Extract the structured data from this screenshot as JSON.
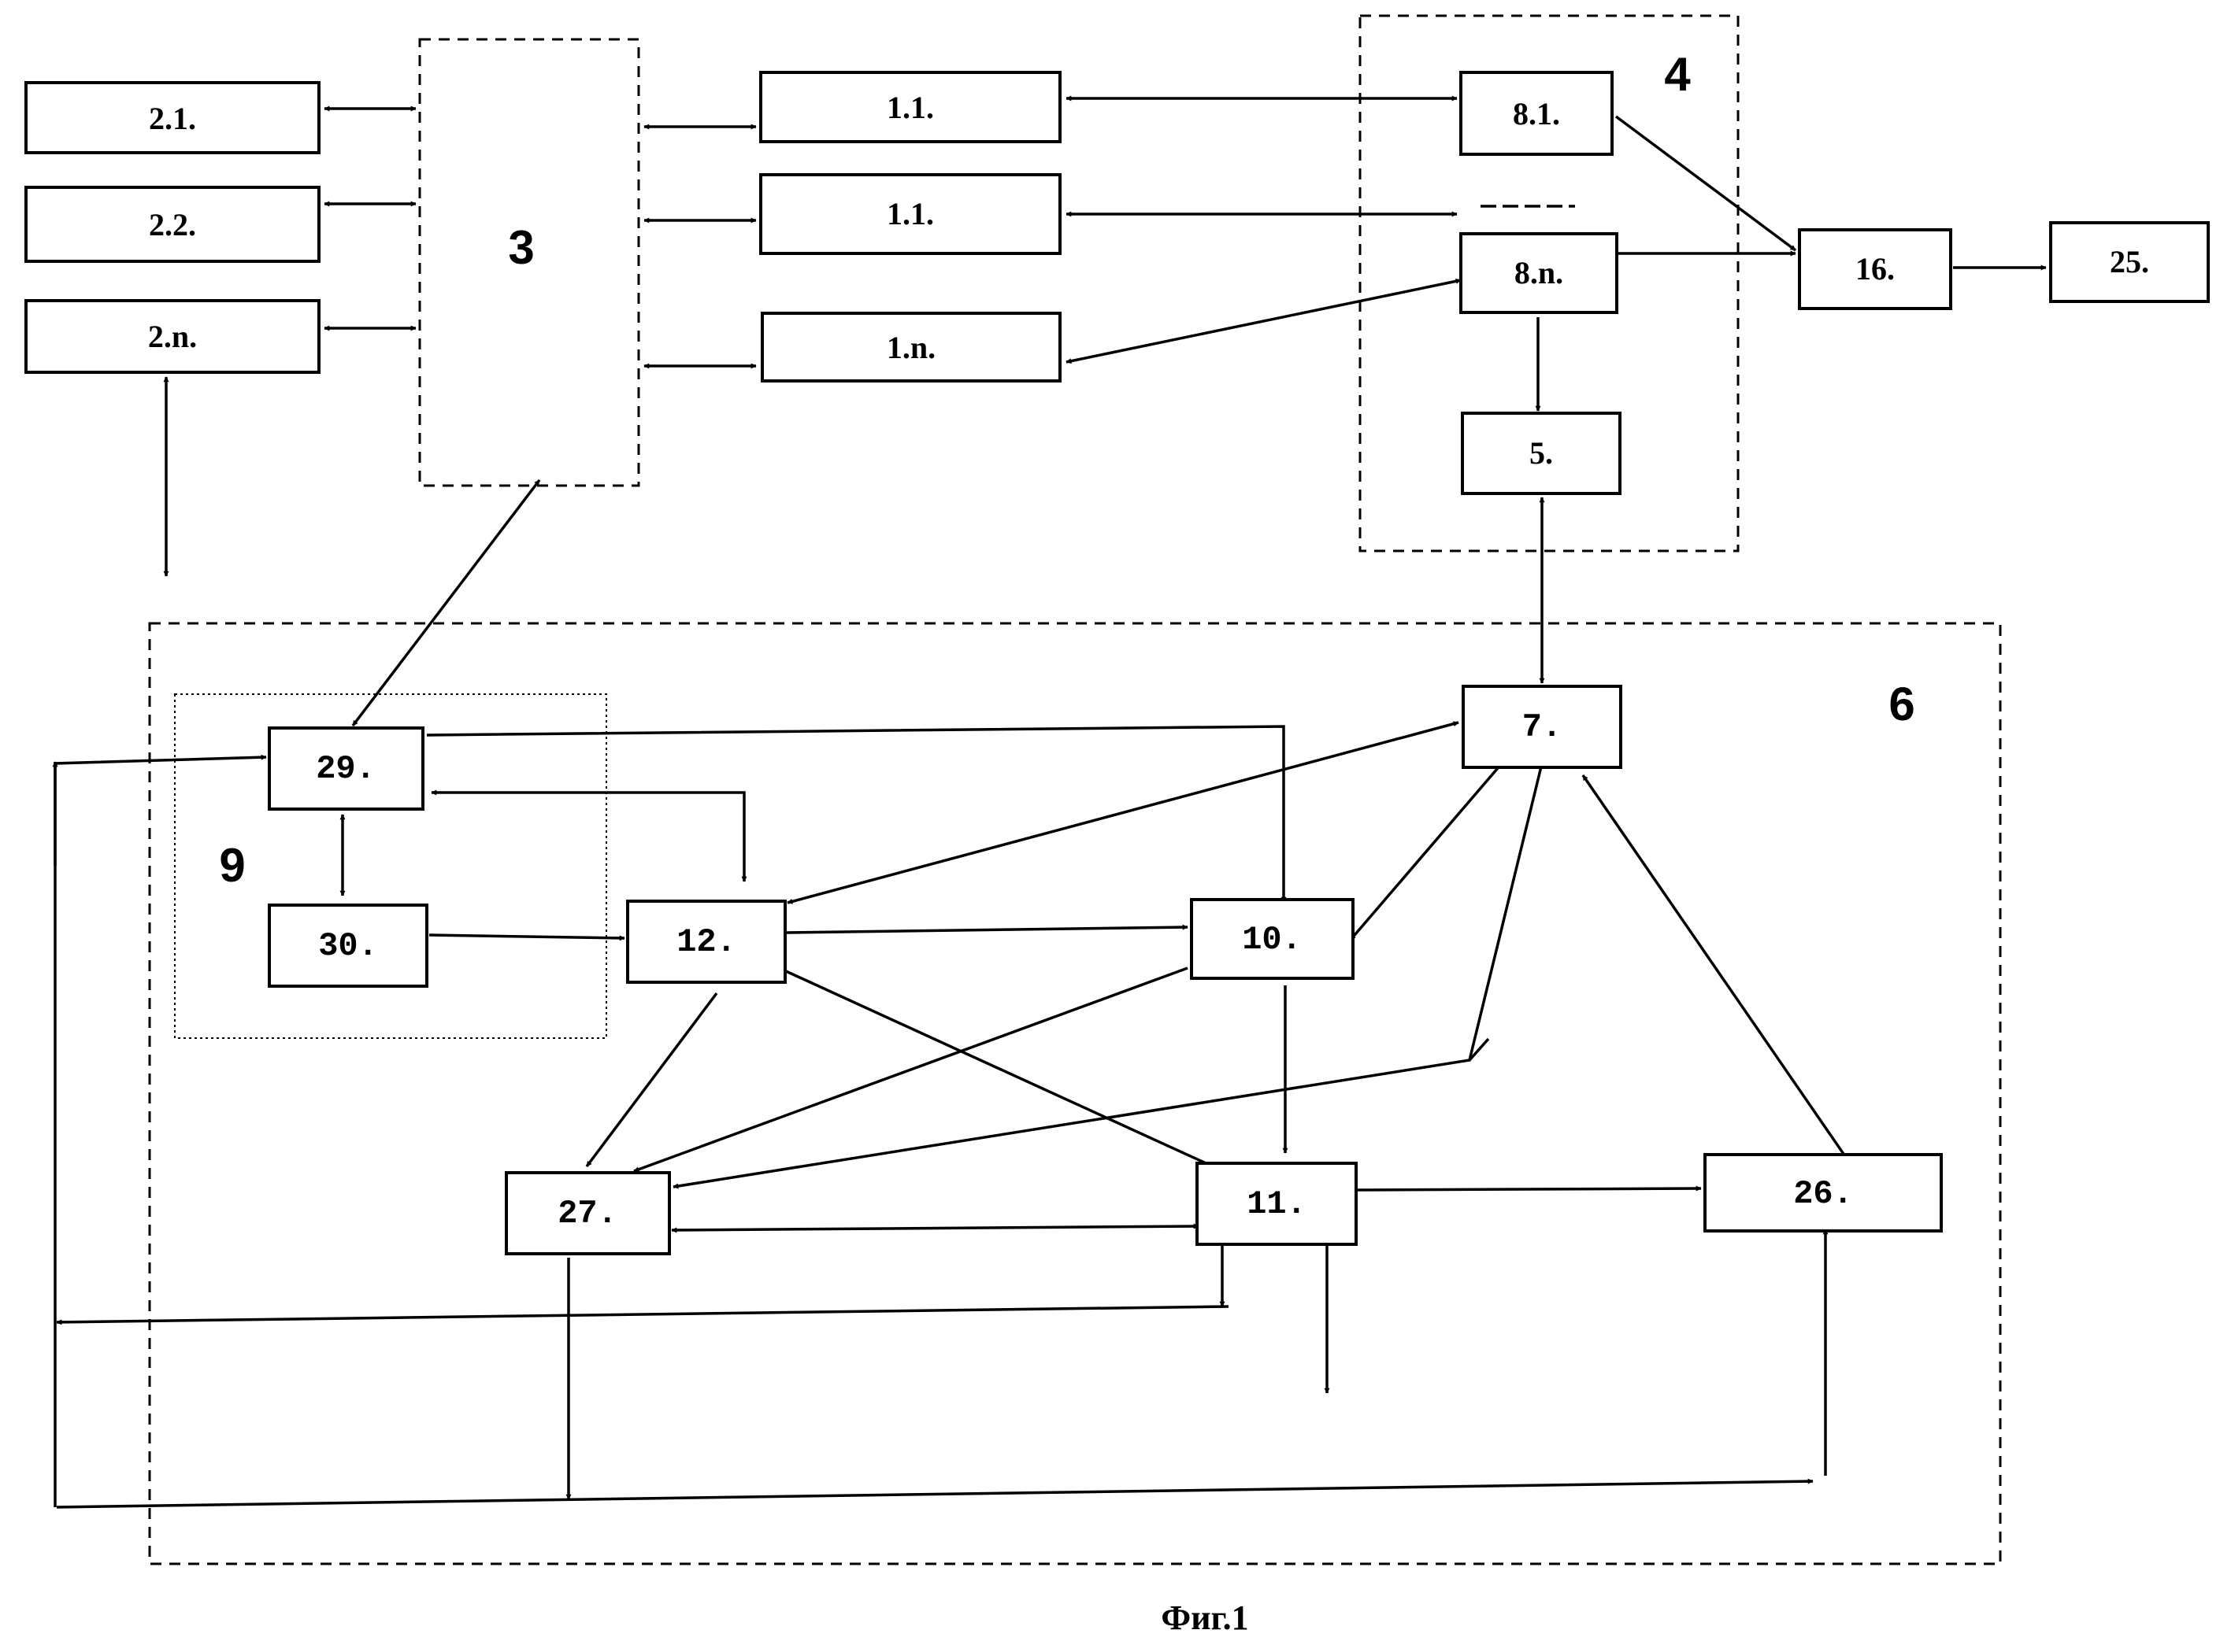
{
  "diagram": {
    "blocks": {
      "b2_1": "2.1.",
      "b2_2": "2.2.",
      "b2_n": "2.n.",
      "b1_1a": "1.1.",
      "b1_1b": "1.1.",
      "b1_n": "1.n.",
      "b8_1": "8.1.",
      "b8_n": "8.n.",
      "b5": "5.",
      "b16": "16.",
      "b25": "25.",
      "b7": "7.",
      "b29": "29.",
      "b30": "30.",
      "b12": "12.",
      "b10": "10.",
      "b27": "27.",
      "b11": "11.",
      "b26": "26."
    },
    "groups": {
      "g3": "3",
      "g4": "4",
      "g6": "6",
      "g9": "9"
    },
    "caption": "Фиг.1"
  }
}
